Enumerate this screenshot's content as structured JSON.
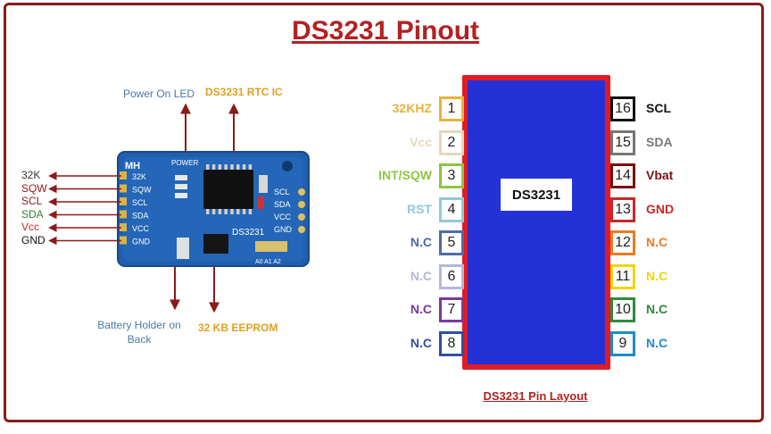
{
  "title": "DS3231 Pinout",
  "module": {
    "header_top": [
      "Power On LED",
      "DS3231 RTC IC"
    ],
    "header_bottom": [
      {
        "lines": [
          "Battery Holder on",
          "Back"
        ]
      },
      {
        "lines": [
          "32 KB EEPROM"
        ]
      }
    ],
    "left_pins": [
      {
        "name": "32K",
        "color": "#333333"
      },
      {
        "name": "SQW",
        "color": "#8b1a1a"
      },
      {
        "name": "SCL",
        "color": "#8b1a1a"
      },
      {
        "name": "SDA",
        "color": "#2e7d32"
      },
      {
        "name": "Vcc",
        "color": "#c62828"
      },
      {
        "name": "GND",
        "color": "#111111"
      }
    ],
    "board_left_labels": [
      "32K",
      "SQW",
      "SCL",
      "SDA",
      "VCC",
      "GND"
    ],
    "board_right_labels": [
      "SCL",
      "SDA",
      "VCC",
      "GND"
    ],
    "board_logo": "MH",
    "board_power": "POWER",
    "board_chip": "DS3231",
    "board_addr": "A0 A1 A2"
  },
  "chip": {
    "name": "DS3231",
    "caption": "DS3231 Pin Layout",
    "left_pins": [
      {
        "num": "1",
        "label": "32KHZ",
        "color": "#e8b23a"
      },
      {
        "num": "2",
        "label": "Vcc",
        "color": "#e3d9b8"
      },
      {
        "num": "3",
        "label": "INT/SQW",
        "color": "#8dc63f"
      },
      {
        "num": "4",
        "label": "RST",
        "color": "#93c9d6"
      },
      {
        "num": "5",
        "label": "N.C",
        "color": "#4e6aa8"
      },
      {
        "num": "6",
        "label": "N.C",
        "color": "#b3b8d8"
      },
      {
        "num": "7",
        "label": "N.C",
        "color": "#7a3a9a"
      },
      {
        "num": "8",
        "label": "N.C",
        "color": "#2e4fa3"
      }
    ],
    "right_pins": [
      {
        "num": "16",
        "label": "SCL",
        "color": "#111111"
      },
      {
        "num": "15",
        "label": "SDA",
        "color": "#777777"
      },
      {
        "num": "14",
        "label": "Vbat",
        "color": "#7a1010"
      },
      {
        "num": "13",
        "label": "GND",
        "color": "#c62828"
      },
      {
        "num": "12",
        "label": "N.C",
        "color": "#e87c22"
      },
      {
        "num": "11",
        "label": "N.C",
        "color": "#f2d500"
      },
      {
        "num": "10",
        "label": "N.C",
        "color": "#2e8b3a"
      },
      {
        "num": "9",
        "label": "N.C",
        "color": "#1e8cc8"
      }
    ]
  }
}
